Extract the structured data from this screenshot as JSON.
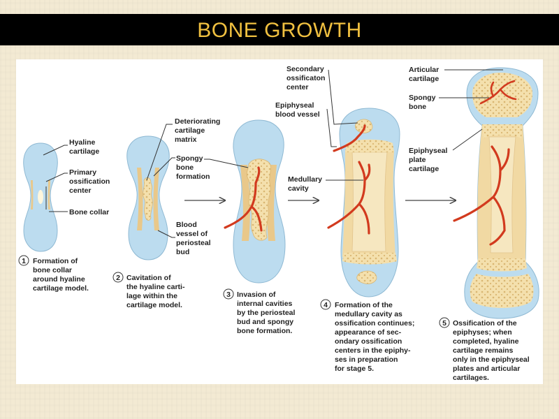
{
  "title": "BONE GROWTH",
  "colors": {
    "cartilage": "#bcdcef",
    "bone": "#f1d9a3",
    "spongy": "#f6e4b4",
    "vessel": "#d23a1e",
    "title_text": "#f0c040"
  },
  "labels": {
    "hyaline_cartilage": [
      "Hyaline",
      "cartilage"
    ],
    "primary_ossification_center": [
      "Primary",
      "ossification",
      "center"
    ],
    "bone_collar": [
      "Bone collar"
    ],
    "deteriorating_matrix": [
      "Deteriorating",
      "cartilage",
      "matrix"
    ],
    "spongy_bone_formation": [
      "Spongy",
      "bone",
      "formation"
    ],
    "blood_vessel_periosteal_bud": [
      "Blood",
      "vessel of",
      "periosteal",
      "bud"
    ],
    "secondary_ossification_center": [
      "Secondary",
      "ossificaton",
      "center"
    ],
    "epiphyseal_blood_vessel": [
      "Epiphyseal",
      "blood vessel"
    ],
    "medullary_cavity": [
      "Medullary",
      "cavity"
    ],
    "articular_cartilage": [
      "Articular",
      "cartilage"
    ],
    "spongy_bone": [
      "Spongy",
      "bone"
    ],
    "epiphyseal_plate_cartilage": [
      "Epiphyseal",
      "plate",
      "cartilage"
    ]
  },
  "steps": [
    {
      "num": "1",
      "lines": [
        "Formation of",
        "bone collar",
        "around hyaline",
        "cartilage model."
      ]
    },
    {
      "num": "2",
      "lines": [
        "Cavitation of",
        "the hyaline carti-",
        "lage within the",
        "cartilage model."
      ]
    },
    {
      "num": "3",
      "lines": [
        "Invasion of",
        "internal cavities",
        "by the periosteal",
        "bud and spongy",
        "bone formation."
      ]
    },
    {
      "num": "4",
      "lines": [
        "Formation of the",
        "medullary cavity as",
        "ossification continues;",
        "appearance of sec-",
        "ondary ossification",
        "centers in the epiphy-",
        "ses in preparation",
        "for stage 5."
      ]
    },
    {
      "num": "5",
      "lines": [
        "Ossification of the",
        "epiphyses; when",
        "completed, hyaline",
        "cartilage remains",
        "only in the epiphyseal",
        "plates and articular",
        "cartilages."
      ]
    }
  ]
}
